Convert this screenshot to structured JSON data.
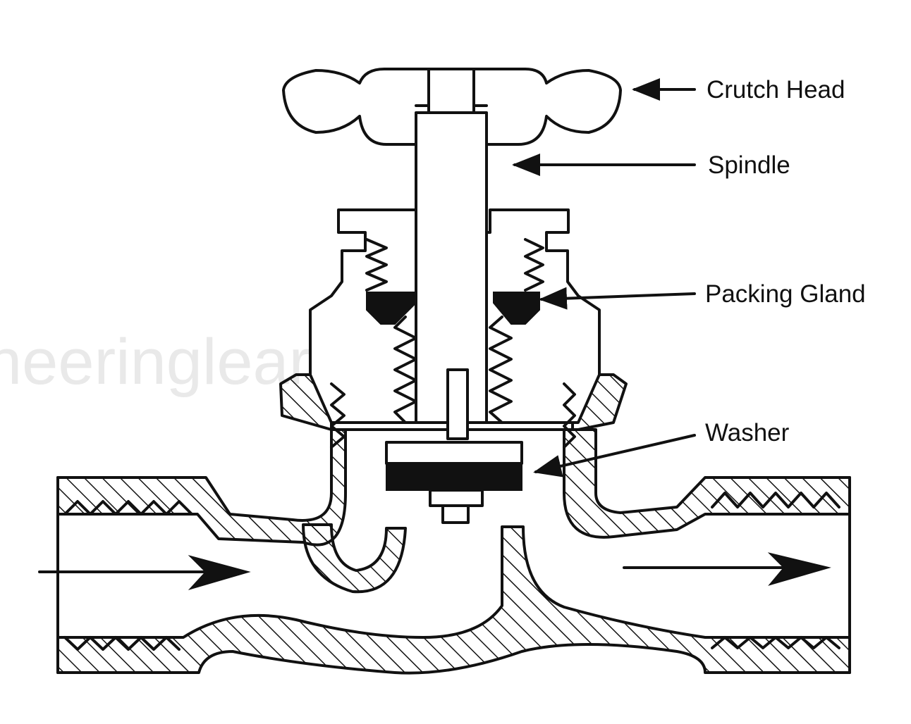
{
  "labels": {
    "crutch_head": "Crutch Head",
    "spindle": "Spindle",
    "packing_gland": "Packing Gland",
    "washer": "Washer"
  },
  "watermark": "neeringlearn.com",
  "colors": {
    "line": "#111111",
    "background": "#ffffff",
    "watermark": "#e9e9e9"
  }
}
